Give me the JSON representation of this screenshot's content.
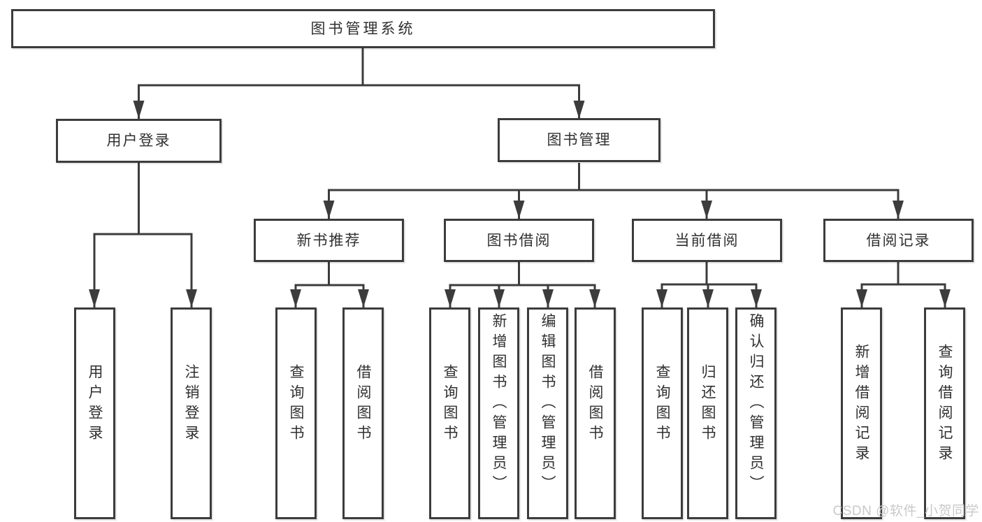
{
  "diagram": {
    "root": {
      "label": "图书管理系统"
    },
    "level1": [
      {
        "id": "user-login",
        "label": "用户登录"
      },
      {
        "id": "book-management",
        "label": "图书管理"
      }
    ],
    "level2": [
      {
        "id": "new-book-recommend",
        "label": "新书推荐",
        "parent": "图书管理"
      },
      {
        "id": "book-borrowing",
        "label": "图书借阅",
        "parent": "图书管理"
      },
      {
        "id": "current-borrowing",
        "label": "当前借阅",
        "parent": "图书管理"
      },
      {
        "id": "borrowing-records",
        "label": "借阅记录",
        "parent": "图书管理"
      }
    ],
    "leaves": [
      {
        "label": "用户登录",
        "parent": "用户登录"
      },
      {
        "label": "注销登录",
        "parent": "用户登录"
      },
      {
        "label": "查询图书",
        "parent": "新书推荐"
      },
      {
        "label": "借阅图书",
        "parent": "新书推荐"
      },
      {
        "label": "查询图书",
        "parent": "图书借阅"
      },
      {
        "label": "新增图书（管理员）",
        "parent": "图书借阅"
      },
      {
        "label": "编辑图书（管理员）",
        "parent": "图书借阅"
      },
      {
        "label": "借阅图书",
        "parent": "图书借阅"
      },
      {
        "label": "查询图书",
        "parent": "当前借阅"
      },
      {
        "label": "归还图书",
        "parent": "当前借阅"
      },
      {
        "label": "确认归还（管理员）",
        "parent": "当前借阅"
      },
      {
        "label": "新增借阅记录",
        "parent": "借阅记录"
      },
      {
        "label": "查询借阅记录",
        "parent": "借阅记录"
      }
    ]
  },
  "watermark": {
    "text": "CSDN @软件_小贺同学"
  },
  "colors": {
    "line": "#3c3c3c",
    "box_border": "#3c3c3c",
    "box_fill": "#ffffff",
    "text": "#303030",
    "watermark": "#c9c9c9",
    "background": "#ffffff"
  }
}
